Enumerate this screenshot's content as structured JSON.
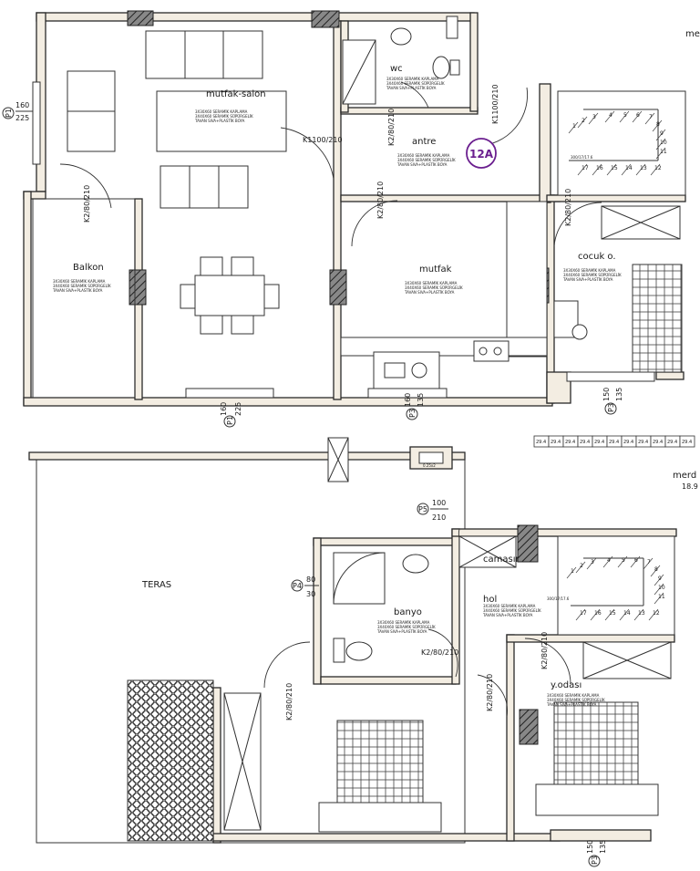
{
  "rooms": {
    "mutfak_salon": "mutfak-salon",
    "antre": "antre",
    "wc": "wc",
    "mutfak": "mutfak",
    "balkon": "Balkon",
    "cocuk": "cocuk o.",
    "teras": "TERAS",
    "banyo": "banyo",
    "hol": "hol",
    "camasir": "camasır",
    "yodasi": "y.odası",
    "merdiven_top": "me",
    "merdiven_bottom": "merd"
  },
  "unit_badge": "12A",
  "doors": {
    "k1100_left": "K1100/210",
    "k1100_right": "K1100/210",
    "k280_balkon": "K2/80/210",
    "k280_wc": "K2/80/210",
    "k280_mutfak": "K2/80/210",
    "k280_cocuk": "K2/80/210",
    "k280_banyo": "K2/80/210",
    "k280_teras": "K2/80/210",
    "k280_hol": "K2/80/210",
    "k280_yodasi": "K2/80/210"
  },
  "window_tags": {
    "p1_left": {
      "tag": "P1",
      "w": "160",
      "h": "225"
    },
    "p1_bottom": {
      "tag": "P1",
      "w": "160",
      "h": "225"
    },
    "p3_mutfak": {
      "tag": "P3",
      "w": "160",
      "h": "135"
    },
    "p3_cocuk": {
      "tag": "P3",
      "w": "150",
      "h": "135"
    },
    "p5": {
      "tag": "P5",
      "w": "100",
      "h": "210"
    },
    "p4": {
      "tag": "P4",
      "w": "80",
      "h": "30"
    },
    "p3_bottom": {
      "tag": "P3",
      "w": "150",
      "h": "135"
    }
  },
  "stairs_top": {
    "label": "300/17/17.6",
    "steps": [
      "1",
      "2",
      "3",
      "4",
      "5",
      "6",
      "7",
      "8",
      "9",
      "10",
      "11",
      "12",
      "13",
      "14",
      "15",
      "16",
      "17"
    ]
  },
  "stairs_bottom": {
    "label": "300/17/17.6",
    "steps": [
      "1",
      "2",
      "3",
      "4",
      "5",
      "6",
      "7",
      "8",
      "9",
      "10",
      "11",
      "12",
      "13",
      "14",
      "15",
      "16",
      "17"
    ]
  },
  "stair_detail_values": [
    "29.4",
    "29.4",
    "29.4",
    "29.4",
    "29.4",
    "29.4",
    "29.4",
    "29.4",
    "29.4",
    "29.4",
    "29.4"
  ],
  "merdiven_dim": "18.9",
  "shaft_note": "0.25x2",
  "finish_note": [
    "3X30X60 SERAMİK KAPLAMA",
    "3X40X60 SERAMİK SÜPÜRGELİK",
    "TAVAN SIVA+PLASTİK BOYA"
  ]
}
